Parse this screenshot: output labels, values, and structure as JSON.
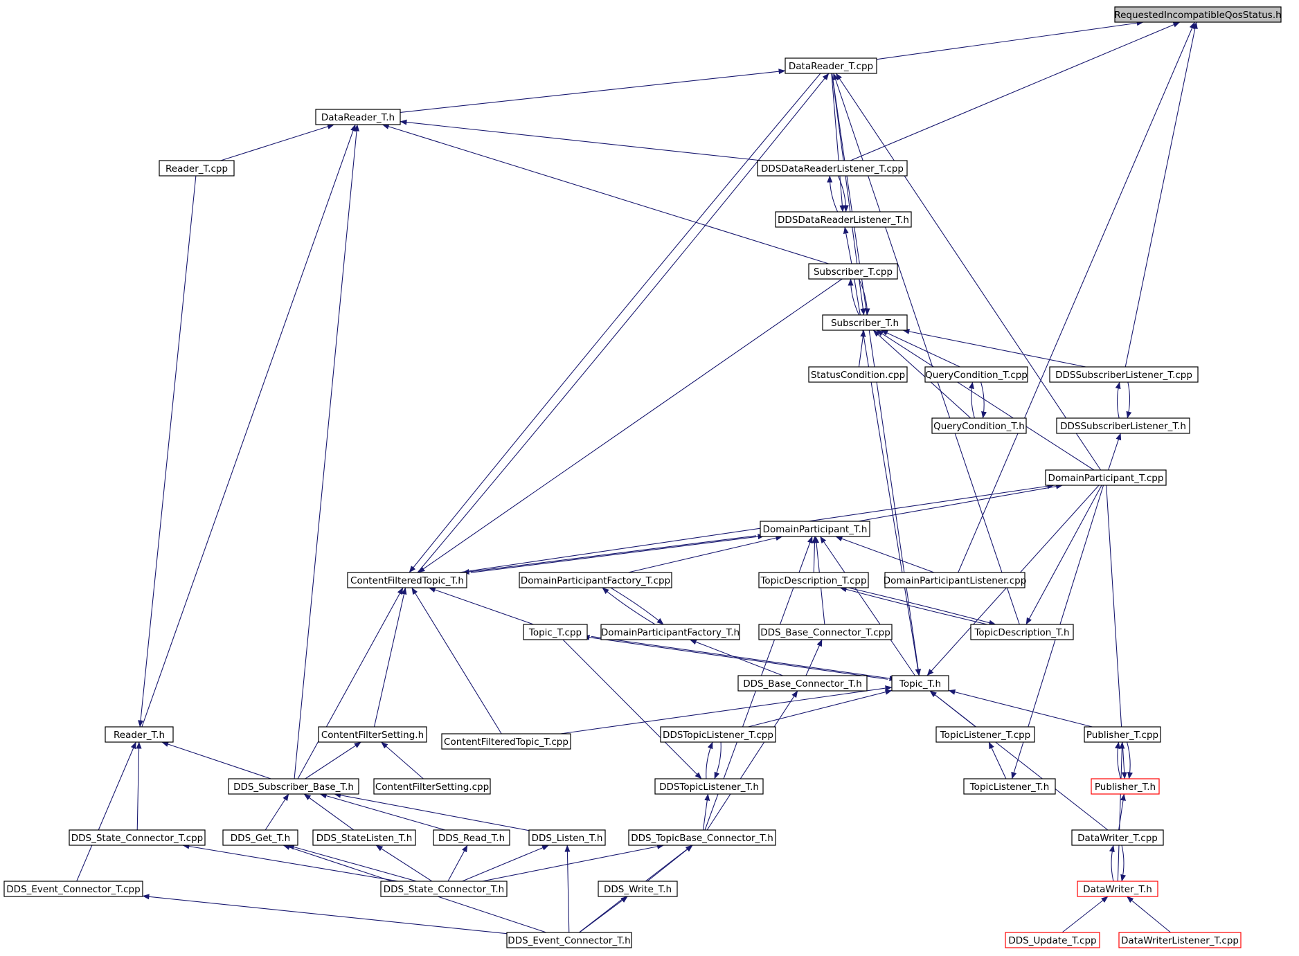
{
  "colors": {
    "edge": "#191970",
    "node_border": "#000000",
    "node_border_undocumented": "#ff0000",
    "root_fill": "#bfbfbf",
    "node_fill": "#ffffff"
  },
  "nodes": [
    {
      "id": "root",
      "label": "RequestedIncompatibleQosStatus.h",
      "style": "root"
    },
    {
      "id": "drcpp",
      "label": "DataReader_T.cpp"
    },
    {
      "id": "drh",
      "label": "DataReader_T.h"
    },
    {
      "id": "readcpp",
      "label": "Reader_T.cpp"
    },
    {
      "id": "ddsdrlcpp",
      "label": "DDSDataReaderListener_T.cpp"
    },
    {
      "id": "ddsdrlh",
      "label": "DDSDataReaderListener_T.h"
    },
    {
      "id": "subcpp",
      "label": "Subscriber_T.cpp"
    },
    {
      "id": "subh",
      "label": "Subscriber_T.h"
    },
    {
      "id": "statcond",
      "label": "StatusCondition.cpp"
    },
    {
      "id": "qccpp",
      "label": "QueryCondition_T.cpp"
    },
    {
      "id": "ddsslcpp",
      "label": "DDSSubscriberListener_T.cpp"
    },
    {
      "id": "qch",
      "label": "QueryCondition_T.h"
    },
    {
      "id": "ddsslh",
      "label": "DDSSubscriberListener_T.h"
    },
    {
      "id": "dpcpp",
      "label": "DomainParticipant_T.cpp"
    },
    {
      "id": "dph",
      "label": "DomainParticipant_T.h"
    },
    {
      "id": "cfth",
      "label": "ContentFilteredTopic_T.h"
    },
    {
      "id": "dpfcpp",
      "label": "DomainParticipantFactory_T.cpp"
    },
    {
      "id": "tdcpp",
      "label": "TopicDescription_T.cpp"
    },
    {
      "id": "dplcpp",
      "label": "DomainParticipantListener.cpp"
    },
    {
      "id": "topcpp",
      "label": "Topic_T.cpp"
    },
    {
      "id": "dpfh",
      "label": "DomainParticipantFactory_T.h"
    },
    {
      "id": "dbccpp",
      "label": "DDS_Base_Connector_T.cpp"
    },
    {
      "id": "tdh",
      "label": "TopicDescription_T.h"
    },
    {
      "id": "dbch",
      "label": "DDS_Base_Connector_T.h"
    },
    {
      "id": "toph",
      "label": "Topic_T.h"
    },
    {
      "id": "readh",
      "label": "Reader_T.h"
    },
    {
      "id": "cfsh",
      "label": "ContentFilterSetting.h"
    },
    {
      "id": "cftcpp",
      "label": "ContentFilteredTopic_T.cpp"
    },
    {
      "id": "ddstlcpp",
      "label": "DDSTopicListener_T.cpp"
    },
    {
      "id": "tlcpp",
      "label": "TopicListener_T.cpp"
    },
    {
      "id": "pubcpp",
      "label": "Publisher_T.cpp"
    },
    {
      "id": "dsbh",
      "label": "DDS_Subscriber_Base_T.h"
    },
    {
      "id": "cfscpp",
      "label": "ContentFilterSetting.cpp"
    },
    {
      "id": "ddstlh",
      "label": "DDSTopicListener_T.h"
    },
    {
      "id": "tlh",
      "label": "TopicListener_T.h"
    },
    {
      "id": "pubh",
      "label": "Publisher_T.h",
      "style": "red"
    },
    {
      "id": "dscccpp",
      "label": "DDS_State_Connector_T.cpp"
    },
    {
      "id": "getth",
      "label": "DDS_Get_T.h"
    },
    {
      "id": "slh",
      "label": "DDS_StateListen_T.h"
    },
    {
      "id": "readth",
      "label": "DDS_Read_T.h"
    },
    {
      "id": "listenh",
      "label": "DDS_Listen_T.h"
    },
    {
      "id": "dtbch",
      "label": "DDS_TopicBase_Connector_T.h"
    },
    {
      "id": "dwcpp",
      "label": "DataWriter_T.cpp"
    },
    {
      "id": "decccpp",
      "label": "DDS_Event_Connector_T.cpp"
    },
    {
      "id": "dsch",
      "label": "DDS_State_Connector_T.h"
    },
    {
      "id": "writeh",
      "label": "DDS_Write_T.h"
    },
    {
      "id": "dwh",
      "label": "DataWriter_T.h",
      "style": "red"
    },
    {
      "id": "dech",
      "label": "DDS_Event_Connector_T.h"
    },
    {
      "id": "updcpp",
      "label": "DDS_Update_T.cpp",
      "style": "red"
    },
    {
      "id": "dwlcpp",
      "label": "DataWriterListener_T.cpp",
      "style": "red"
    }
  ],
  "edges": [
    [
      "drcpp",
      "root"
    ],
    [
      "ddsdrlcpp",
      "root"
    ],
    [
      "ddsslcpp",
      "root"
    ],
    [
      "dplcpp",
      "root"
    ],
    [
      "drh",
      "drcpp"
    ],
    [
      "cfth",
      "drcpp"
    ],
    [
      "tdh",
      "drcpp"
    ],
    [
      "dpcpp",
      "drcpp"
    ],
    [
      "readcpp",
      "drh"
    ],
    [
      "ddsdrlcpp",
      "drh"
    ],
    [
      "subcpp",
      "drh"
    ],
    [
      "readh",
      "drh"
    ],
    [
      "dsbh",
      "drh"
    ],
    [
      "ddsdrlh",
      "ddsdrlcpp"
    ],
    [
      "ddsdrlcpp",
      "ddsdrlh"
    ],
    [
      "drcpp",
      "ddsdrlh"
    ],
    [
      "subcpp",
      "ddsdrlh"
    ],
    [
      "subh",
      "subcpp"
    ],
    [
      "subcpp",
      "subh"
    ],
    [
      "drcpp",
      "subh"
    ],
    [
      "statcond",
      "subh"
    ],
    [
      "qccpp",
      "subh"
    ],
    [
      "ddsslcpp",
      "subh"
    ],
    [
      "qch",
      "subh"
    ],
    [
      "dpcpp",
      "subh"
    ],
    [
      "qch",
      "qccpp"
    ],
    [
      "qccpp",
      "qch"
    ],
    [
      "ddsslh",
      "ddsslcpp"
    ],
    [
      "ddsslcpp",
      "ddsslh"
    ],
    [
      "dpcpp",
      "ddsslh"
    ],
    [
      "dph",
      "dpcpp"
    ],
    [
      "cfth",
      "dpcpp"
    ],
    [
      "dpcpp",
      "tdh"
    ],
    [
      "dpcpp",
      "toph"
    ],
    [
      "dpcpp",
      "tlh"
    ],
    [
      "dpcpp",
      "pubh"
    ],
    [
      "cfth",
      "dph"
    ],
    [
      "tdcpp",
      "dph"
    ],
    [
      "dplcpp",
      "dph"
    ],
    [
      "dpfcpp",
      "dph"
    ],
    [
      "dbccpp",
      "dph"
    ],
    [
      "toph",
      "dph"
    ],
    [
      "dtbch",
      "dph"
    ],
    [
      "subcpp",
      "cfth"
    ],
    [
      "drcpp",
      "cfth"
    ],
    [
      "dph",
      "cfth"
    ],
    [
      "topcpp",
      "cfth"
    ],
    [
      "cftcpp",
      "cfth"
    ],
    [
      "cfsh",
      "cfth"
    ],
    [
      "dsbh",
      "cfth"
    ],
    [
      "dpfh",
      "dpfcpp"
    ],
    [
      "dpfcpp",
      "dpfh"
    ],
    [
      "dbch",
      "dpfh"
    ],
    [
      "tdh",
      "tdcpp"
    ],
    [
      "tdcpp",
      "tdh"
    ],
    [
      "toph",
      "topcpp"
    ],
    [
      "topcpp",
      "toph"
    ],
    [
      "cftcpp",
      "toph"
    ],
    [
      "ddstlcpp",
      "toph"
    ],
    [
      "tlcpp",
      "toph"
    ],
    [
      "pubcpp",
      "toph"
    ],
    [
      "dwcpp",
      "toph"
    ],
    [
      "drcpp",
      "toph"
    ],
    [
      "subcpp",
      "toph"
    ],
    [
      "dbch",
      "dbccpp"
    ],
    [
      "dtbch",
      "dbch"
    ],
    [
      "readcpp",
      "readh"
    ],
    [
      "dsbh",
      "readh"
    ],
    [
      "dscccpp",
      "readh"
    ],
    [
      "decccpp",
      "readh"
    ],
    [
      "cfscpp",
      "cfsh"
    ],
    [
      "dsbh",
      "cfsh"
    ],
    [
      "ddstlh",
      "ddstlcpp"
    ],
    [
      "ddstlcpp",
      "ddstlh"
    ],
    [
      "topcpp",
      "ddstlh"
    ],
    [
      "dtbch",
      "ddstlh"
    ],
    [
      "tlh",
      "tlcpp"
    ],
    [
      "pubh",
      "pubcpp"
    ],
    [
      "pubcpp",
      "pubh"
    ],
    [
      "dwh",
      "pubcpp"
    ],
    [
      "dwcpp",
      "pubh"
    ],
    [
      "getth",
      "dsbh"
    ],
    [
      "slh",
      "dsbh"
    ],
    [
      "readth",
      "dsbh"
    ],
    [
      "listenh",
      "dsbh"
    ],
    [
      "dsch",
      "dscccpp"
    ],
    [
      "dsch",
      "getth"
    ],
    [
      "dsch",
      "slh"
    ],
    [
      "dsch",
      "readth"
    ],
    [
      "dsch",
      "listenh"
    ],
    [
      "dsch",
      "dtbch"
    ],
    [
      "dech",
      "decccpp"
    ],
    [
      "dech",
      "listenh"
    ],
    [
      "dech",
      "writeh"
    ],
    [
      "dech",
      "dtbch"
    ],
    [
      "dech",
      "getth"
    ],
    [
      "writeh",
      "dtbch"
    ],
    [
      "dwh",
      "dwcpp"
    ],
    [
      "dwcpp",
      "dwh"
    ],
    [
      "updcpp",
      "dwh"
    ],
    [
      "dwlcpp",
      "dwh"
    ]
  ]
}
